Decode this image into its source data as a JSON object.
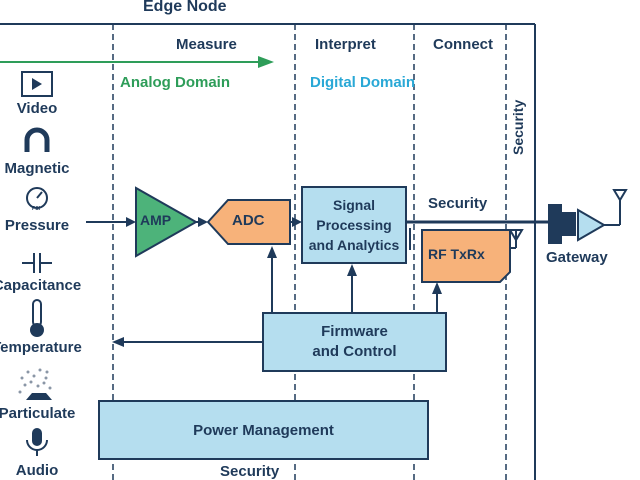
{
  "title": "Edge Node",
  "sections": {
    "measure": "Measure",
    "interpret": "Interpret",
    "connect": "Connect"
  },
  "domains": {
    "analog": "Analog Domain",
    "digital": "Digital Domain"
  },
  "sensors": {
    "video": "Video",
    "magnetic": "Magnetic",
    "pressure": "Pressure",
    "capacitance": "Capacitance",
    "temperature": "Temperature",
    "particulate": "Particulate",
    "audio": "Audio"
  },
  "blocks": {
    "amp": "AMP",
    "adc": "ADC",
    "signal_line1": "Signal",
    "signal_line2": "Processing",
    "signal_line3": "and Analytics",
    "rf": "RF TxRx",
    "firmware_line1": "Firmware",
    "firmware_line2": "and Control",
    "power": "Power Management"
  },
  "security": {
    "right": "Security",
    "link": "Security",
    "bottom": "Security"
  },
  "gateway": "Gateway",
  "pressure_gauge_text": "PSI",
  "colors": {
    "navy": "#1f3a5a",
    "green": "#2e9d59",
    "cyan": "#29a8d6",
    "amp_fill": "#4db37a",
    "orange": "#f7b27a",
    "light_blue": "#b5deef"
  }
}
